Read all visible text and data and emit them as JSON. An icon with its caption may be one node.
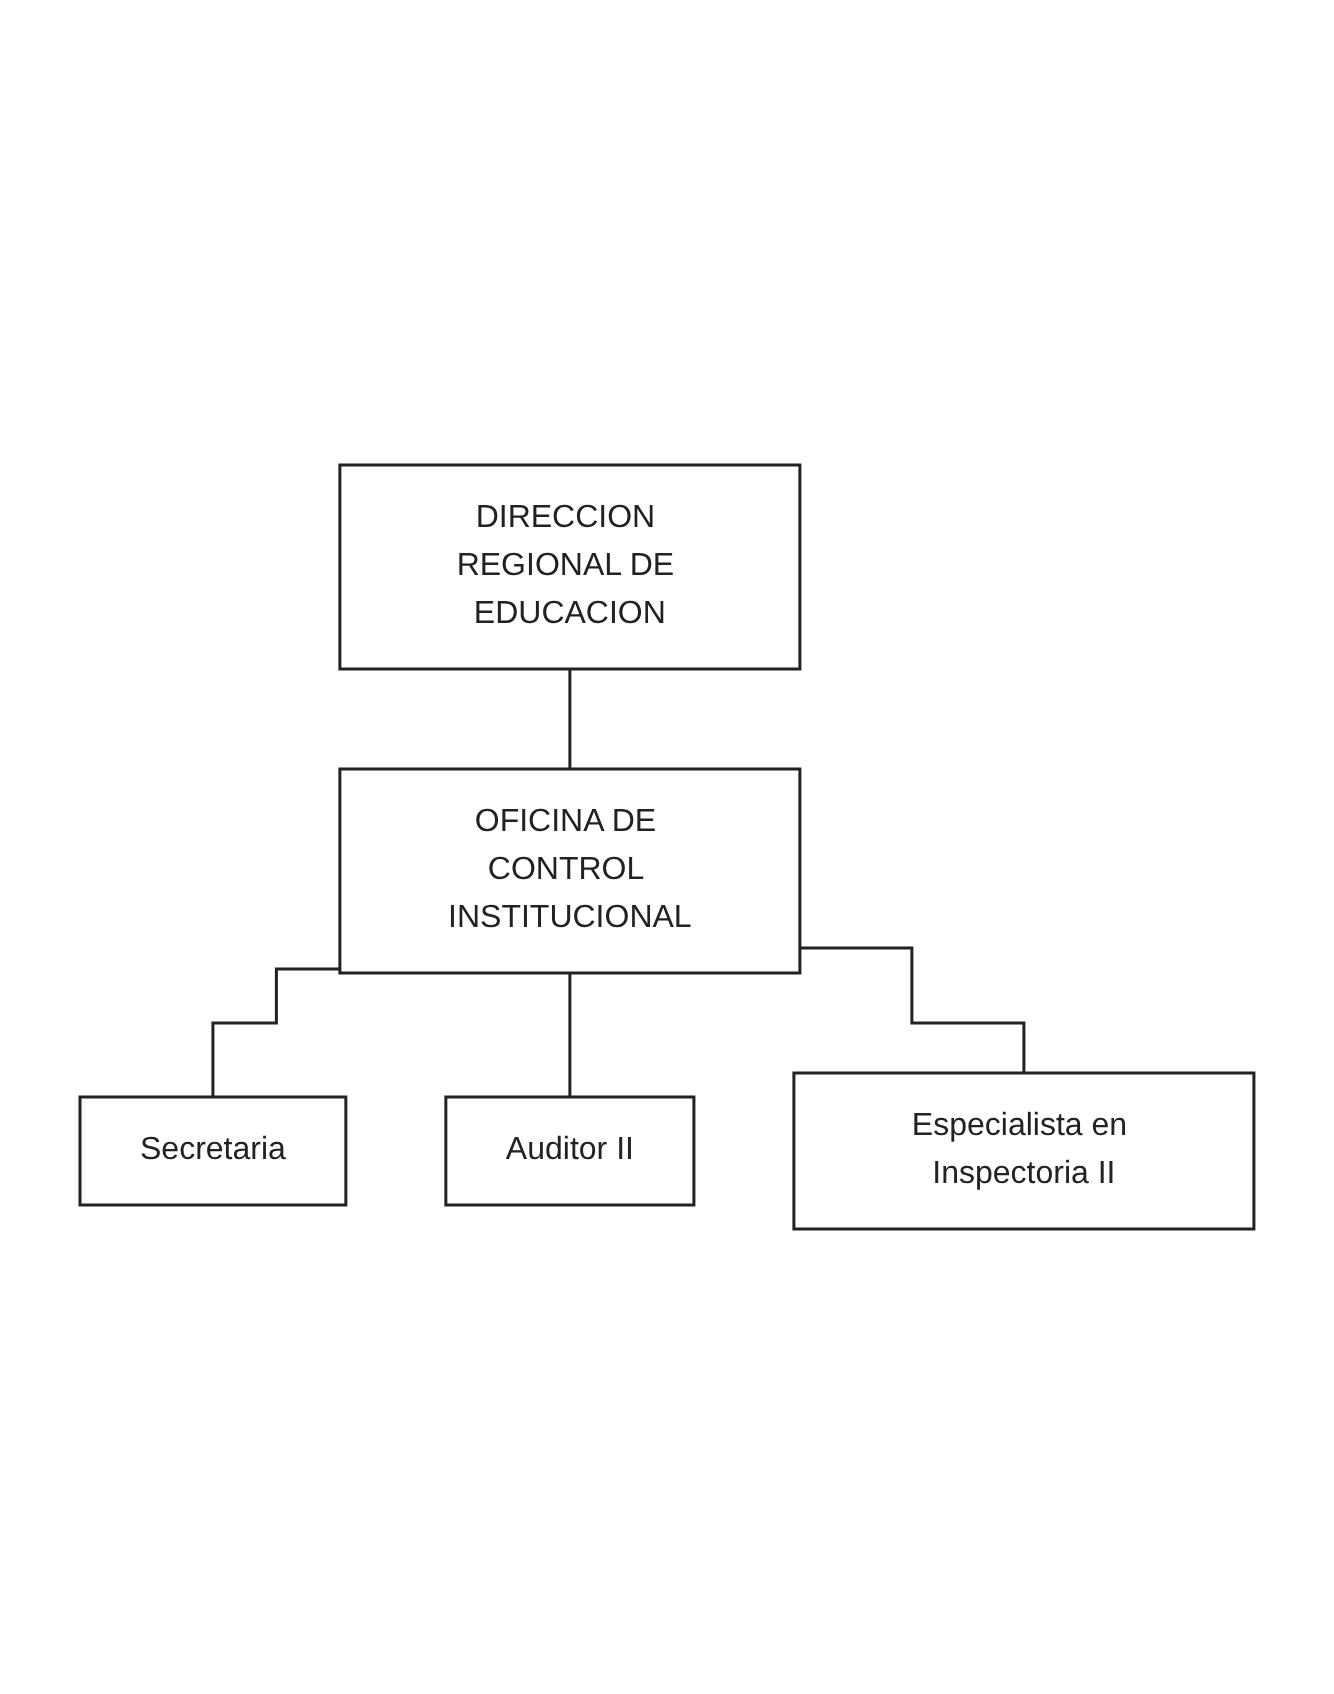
{
  "diagram": {
    "nodes": [
      {
        "text": [
          "DIRECCION REGIONAL DE EDUCACION"
        ]
      },
      {
        "text": [
          "OFICINA DE CONTROL INSTITUCIONAL"
        ]
      },
      {
        "text": [
          "Secretaria"
        ]
      },
      {
        "text": [
          "Auditor II"
        ]
      },
      {
        "text": [
          "Especialista en Inspectoria II"
        ]
      }
    ],
    "edges": [
      {
        "from": 0,
        "to": 1,
        "arrow": "none"
      },
      {
        "from": 1,
        "to": 2,
        "arrow": "none"
      },
      {
        "from": 1,
        "to": 3,
        "arrow": "none"
      },
      {
        "from": 1,
        "to": 4,
        "arrow": "none"
      }
    ]
  }
}
